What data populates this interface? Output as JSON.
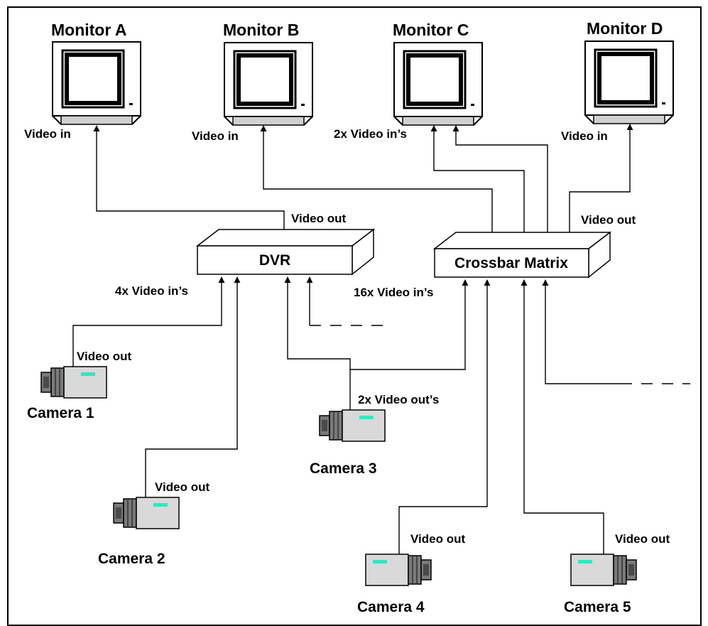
{
  "monitors": {
    "a": {
      "name": "Monitor A",
      "input": "Video in"
    },
    "b": {
      "name": "Monitor B",
      "input": "Video in"
    },
    "c": {
      "name": "Monitor C",
      "input": "2x Video in’s"
    },
    "d": {
      "name": "Monitor D",
      "input": "Video in"
    }
  },
  "dvr": {
    "name": "DVR",
    "output": "Video out",
    "inputs": "4x Video in’s"
  },
  "crossbar": {
    "name": "Crossbar Matrix",
    "output": "Video out",
    "inputs": "16x Video in’s"
  },
  "cameras": {
    "c1": {
      "name": "Camera  1",
      "output": "Video out"
    },
    "c2": {
      "name": "Camera  2",
      "output": "Video out"
    },
    "c3": {
      "name": "Camera 3",
      "output": "2x Video out’s"
    },
    "c4": {
      "name": "Camera 4",
      "output": "Video out"
    },
    "c5": {
      "name": "Camera 5",
      "output": "Video out"
    }
  },
  "colors": {
    "lens_accent": "#33e6c4",
    "camera_body": "#d9d9d9",
    "lens_body": "#7a7a7a",
    "monitor_shade": "#d0d0d0"
  }
}
